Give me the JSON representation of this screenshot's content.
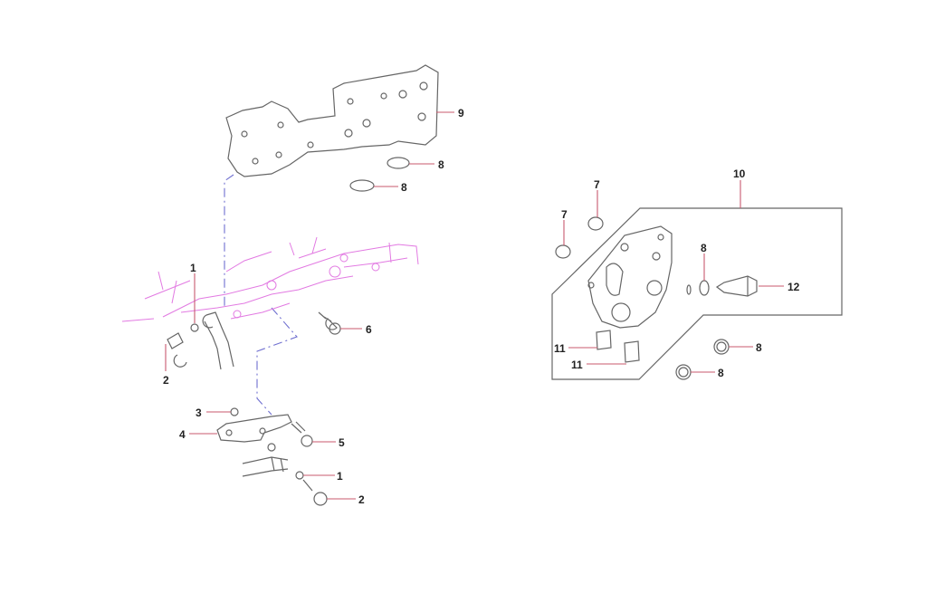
{
  "diagram": {
    "type": "exploded-parts-diagram",
    "callouts": {
      "left": [
        "9",
        "8",
        "8",
        "1",
        "2",
        "6",
        "3",
        "4",
        "5",
        "1",
        "2"
      ],
      "right": [
        "10",
        "7",
        "7",
        "8",
        "12",
        "11",
        "11",
        "8",
        "8"
      ]
    },
    "colors": {
      "line": "#666666",
      "leader": "#c85a6e",
      "centerline": "#7070d0",
      "ghost": "#e27ae2"
    }
  }
}
